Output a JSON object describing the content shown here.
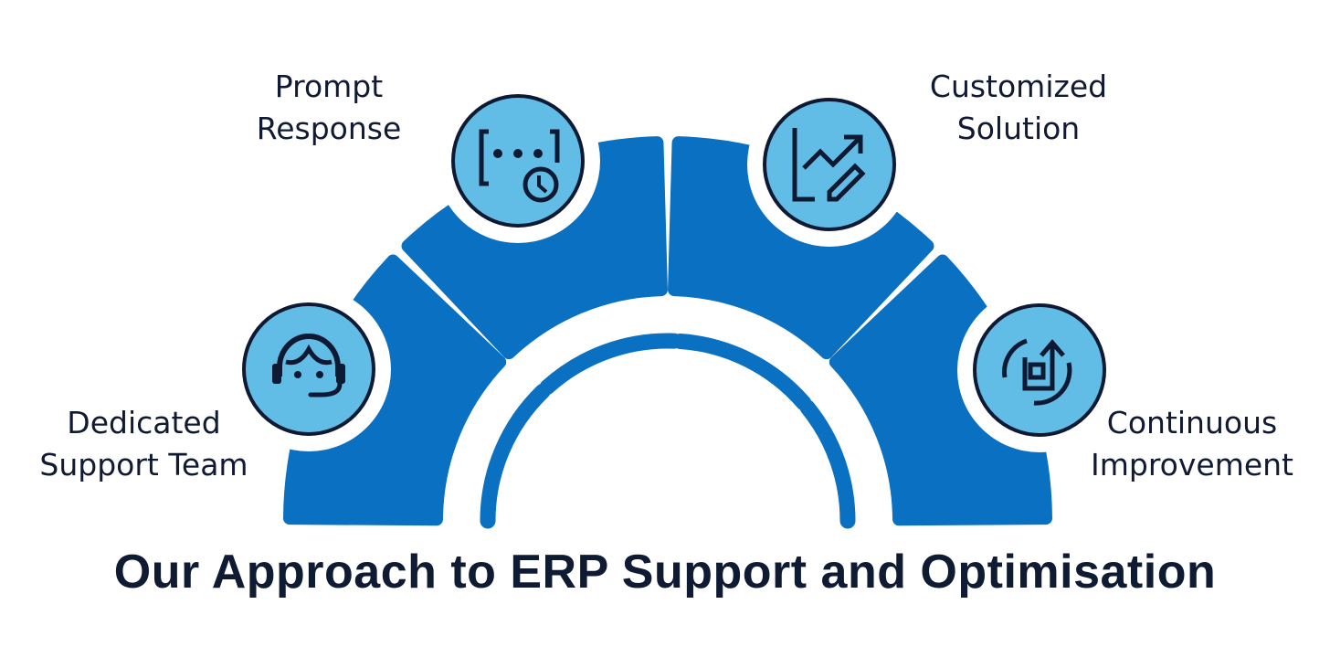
{
  "title": "Our Approach to ERP Support and Optimisation",
  "colors": {
    "segment": "#0a70c2",
    "icon_fill": "#62bde6",
    "icon_stroke": "#0e1a33",
    "text": "#111a33"
  },
  "items": [
    {
      "line1": "Dedicated",
      "line2": "Support Team",
      "icon": "headset-agent-icon"
    },
    {
      "line1": "Prompt",
      "line2": "Response",
      "icon": "chat-clock-icon"
    },
    {
      "line1": "Customized",
      "line2": "Solution",
      "icon": "chart-edit-icon"
    },
    {
      "line1": "Continuous",
      "line2": "Improvement",
      "icon": "cycle-upgrade-icon"
    }
  ]
}
